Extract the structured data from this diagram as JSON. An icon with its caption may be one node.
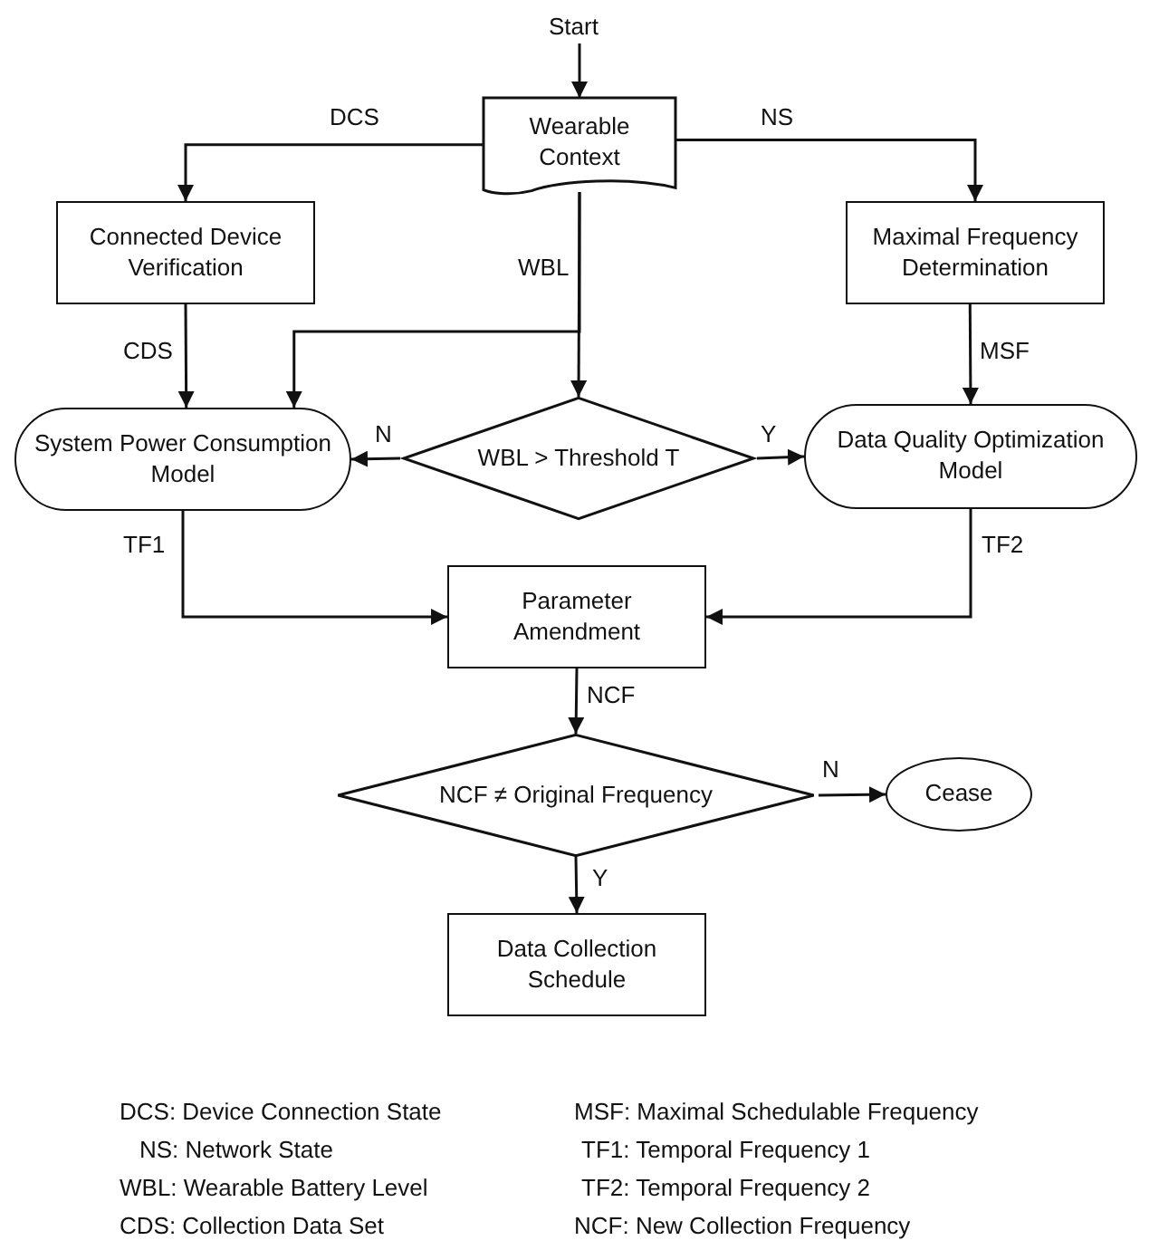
{
  "diagram": {
    "nodes": [
      {
        "text": [
          "Start"
        ]
      },
      {
        "text": [
          "Wearable Context"
        ]
      },
      {
        "text": [
          "Connected Device Verification"
        ]
      },
      {
        "text": [
          "Maximal Frequency Determination"
        ]
      },
      {
        "text": [
          "System Power Consumption Model"
        ]
      },
      {
        "text": [
          "WBL > Threshold T"
        ]
      },
      {
        "text": [
          "Data Quality Optimization Model"
        ]
      },
      {
        "text": [
          "Parameter Amendment"
        ]
      },
      {
        "text": [
          "NCF ≠ Original Frequency"
        ]
      },
      {
        "text": [
          "Cease"
        ]
      },
      {
        "text": [
          "Data Collection Schedule"
        ]
      }
    ],
    "edges": [
      {
        "from": 0,
        "to": 1,
        "arrow": "to"
      },
      {
        "from": 1,
        "to": 2,
        "arrow": "to",
        "label": "DCS"
      },
      {
        "from": 1,
        "to": 3,
        "arrow": "to",
        "label": "NS"
      },
      {
        "from": 1,
        "to": 5,
        "arrow": "to",
        "label": "WBL"
      },
      {
        "from": 1,
        "to": 4,
        "arrow": "to"
      },
      {
        "from": 2,
        "to": 4,
        "arrow": "to",
        "label": "CDS"
      },
      {
        "from": 3,
        "to": 6,
        "arrow": "to",
        "label": "MSF"
      },
      {
        "from": 5,
        "to": 4,
        "arrow": "to",
        "label": "N"
      },
      {
        "from": 5,
        "to": 6,
        "arrow": "to",
        "label": "Y"
      },
      {
        "from": 4,
        "to": 7,
        "arrow": "to",
        "label": "TF1"
      },
      {
        "from": 6,
        "to": 7,
        "arrow": "to",
        "label": "TF2"
      },
      {
        "from": 7,
        "to": 8,
        "arrow": "to",
        "label": "NCF"
      },
      {
        "from": 8,
        "to": 9,
        "arrow": "to",
        "label": "N"
      },
      {
        "from": 8,
        "to": 10,
        "arrow": "to",
        "label": "Y"
      }
    ],
    "labels": [
      "DCS: Device Connection State",
      "MSF: Maximal Schedulable Frequency",
      "NS: Network State",
      "TF1: Temporal Frequency 1",
      "WBL: Wearable Battery Level",
      "TF2: Temporal Frequency 2",
      "CDS: Collection Data Set",
      "NCF: New Collection Frequency"
    ]
  }
}
